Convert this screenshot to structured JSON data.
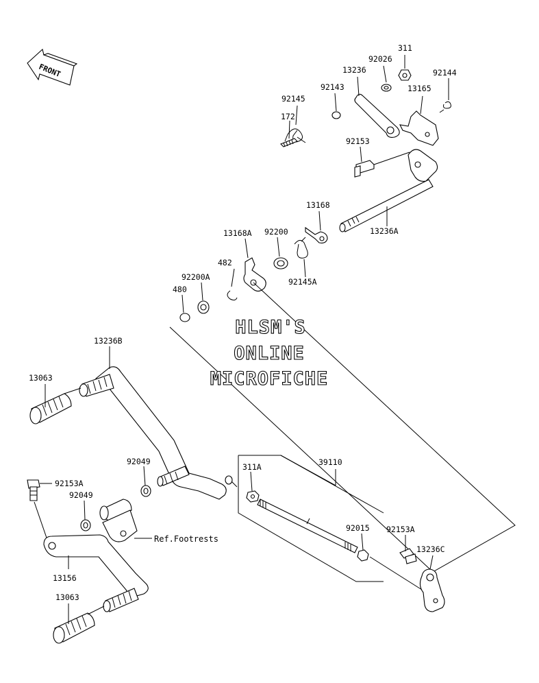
{
  "front_indicator": {
    "text": "FRONT"
  },
  "watermark": {
    "line1": "HLSM'S",
    "line2": "ONLINE",
    "line3": "MICROFICHE"
  },
  "reference": {
    "footrests": "Ref.Footrests"
  },
  "parts": {
    "p311_top": "311",
    "p92026": "92026",
    "p92144": "92144",
    "p13236": "13236",
    "p92143": "92143",
    "p13165": "13165",
    "p92145": "92145",
    "p172": "172",
    "p92153_top": "92153",
    "p13168": "13168",
    "p13236A": "13236A",
    "p13168A": "13168A",
    "p92200": "92200",
    "p482": "482",
    "p92145A": "92145A",
    "p92200A": "92200A",
    "p480": "480",
    "p13236B": "13236B",
    "p13063_top": "13063",
    "p92049_a": "92049",
    "p311A": "311A",
    "p39110": "39110",
    "p92153A_left": "92153A",
    "p92049_b": "92049",
    "p92015": "92015",
    "p92153A_right": "92153A",
    "p13236C": "13236C",
    "p13156": "13156",
    "p13063_bottom": "13063"
  }
}
